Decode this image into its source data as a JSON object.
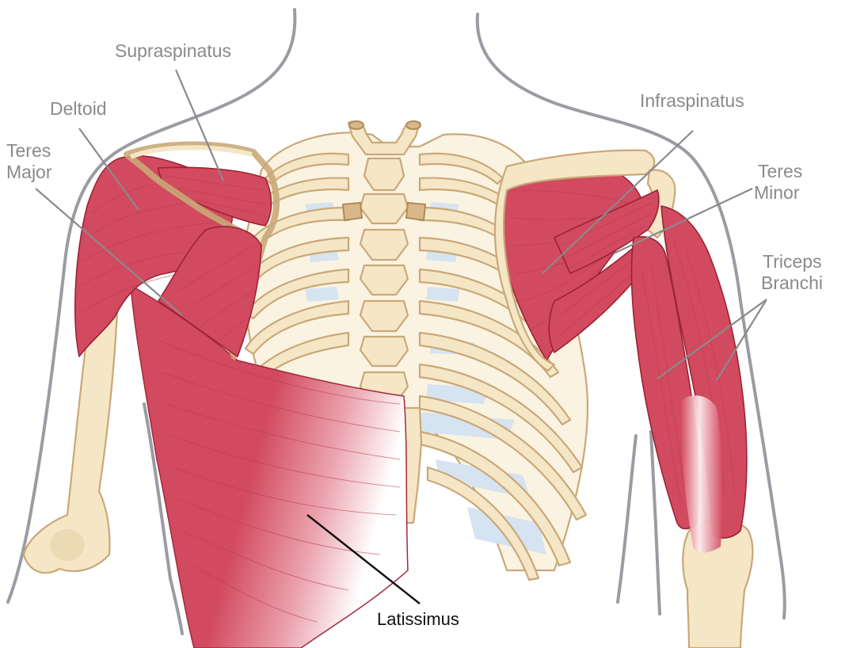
{
  "colors": {
    "muscle": "#d24a5f",
    "muscle_dark": "#a3293d",
    "bone": "#f5e6c6",
    "outline": "#9b9ba3",
    "label": "#8a8a8a",
    "label_emphasis": "#111111"
  },
  "labels": {
    "supraspinatus": "Supraspinatus",
    "deltoid": "Deltoid",
    "teres_major_line1": "Teres",
    "teres_major_line2": "Major",
    "infraspinatus": "Infraspinatus",
    "teres_minor_line1": "Teres",
    "teres_minor_line2": "Minor",
    "triceps_line1": "Triceps",
    "triceps_line2": "Branchi",
    "latissimus": "Latissimus"
  }
}
